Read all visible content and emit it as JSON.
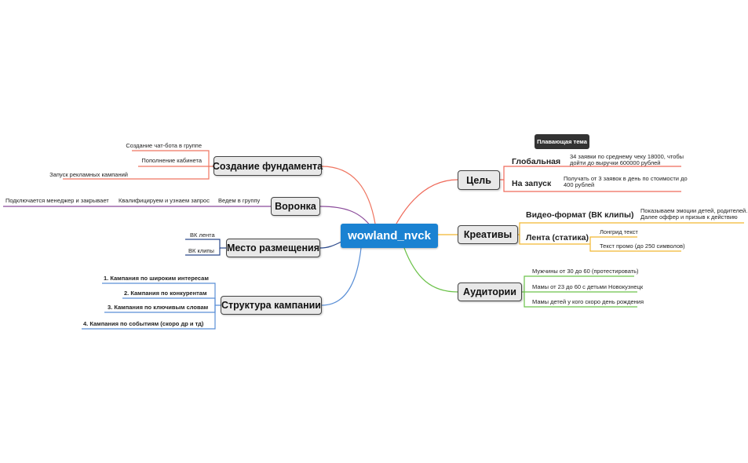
{
  "center": "wowland_nvck",
  "floating_topic": "Плавающая тема",
  "left": {
    "foundation": {
      "title": "Создание фундамента",
      "items": [
        "Создание чат-бота в группе",
        "Пополнение кабинета",
        "Запуск рекламных кампаний"
      ]
    },
    "funnel": {
      "title": "Воронка",
      "items": [
        "Ведем в группу",
        "Квалифицируем и узнаем запрос",
        "Подключается менеджер и закрывает"
      ]
    },
    "placement": {
      "title": "Место размещения",
      "items": [
        "ВК лента",
        "ВК клипы"
      ]
    },
    "structure": {
      "title": "Структура кампании",
      "items": [
        "1. Кампания по широким интересам",
        "2. Кампания по конкурентам",
        "3. Кампания по ключивым словам",
        "4. Кампания по событиям (скоро др и тд)"
      ]
    }
  },
  "right": {
    "goal": {
      "title": "Цель",
      "global_label": "Глобальная",
      "global_text_1": "34 заявки по среднему чеку 18000, чтобы",
      "global_text_2": "дойти до выручки 600000 рублей",
      "launch_label": "На запуск",
      "launch_text_1": "Получать от 3 заявок в день по стоимости до",
      "launch_text_2": "400 рублей"
    },
    "creatives": {
      "title": "Креативы",
      "video_label": "Видео-формат (ВК клипы)",
      "video_text_1": "Показываем эмоции детей, родителей.",
      "video_text_2": "Далее оффер и призыв к действию",
      "feed_label": "Лента (статика)",
      "feed_items": [
        "Лонгрид текст",
        "Текст промо (до 250 символов)"
      ]
    },
    "audiences": {
      "title": "Аудитории",
      "items": [
        "Мужчины от 30 до 60 (протестировать)",
        "Мамы от 23 до 60 с детьми Новокузнецк",
        "Мамы детей у кого скоро день рождения"
      ]
    }
  },
  "colors": {
    "center": "#1a82d2",
    "foundation": "#ef7560",
    "funnel": "#8a4a9a",
    "placement": "#2c4a8c",
    "structure": "#5a8fd6",
    "goal": "#ef6a5a",
    "creatives": "#f2b830",
    "audiences": "#6cc24a"
  }
}
